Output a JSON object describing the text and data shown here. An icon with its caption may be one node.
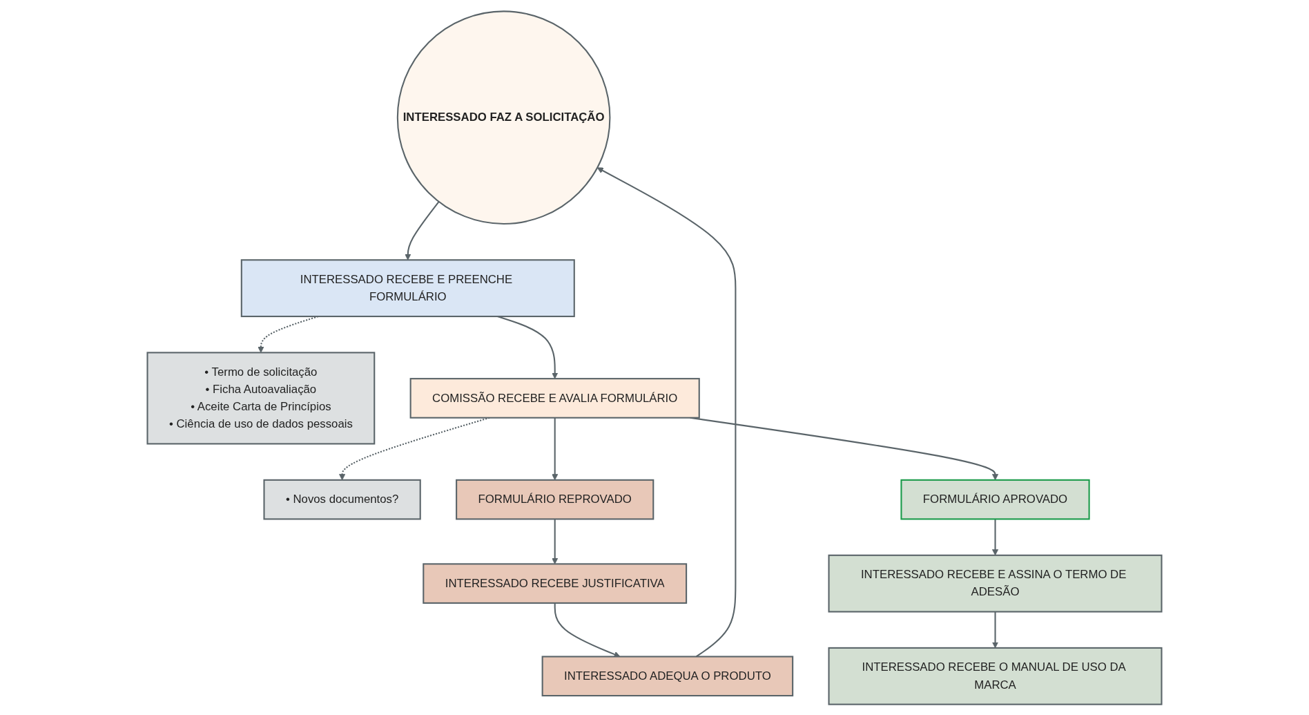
{
  "diagram": {
    "nodes": [
      {
        "text": [
          "INTERESSADO FAZ A SOLICITAÇÃO"
        ]
      },
      {
        "text": [
          "INTERESSADO RECEBE E PREENCHE FORMULÁRIO"
        ]
      },
      {
        "text": [
          "• Termo de solicitação",
          "• Ficha Autoavaliação",
          "• Aceite Carta de Princípios",
          "• Ciência de uso de dados pessoais"
        ]
      },
      {
        "text": [
          "COMISSÃO RECEBE E AVALIA FORMULÁRIO"
        ]
      },
      {
        "text": [
          "• Novos documentos?"
        ]
      },
      {
        "text": [
          "FORMULÁRIO REPROVADO"
        ]
      },
      {
        "text": [
          "FORMULÁRIO APROVADO"
        ]
      },
      {
        "text": [
          "INTERESSADO RECEBE JUSTIFICATIVA"
        ]
      },
      {
        "text": [
          "INTERESSADO RECEBE E ASSINA O TERMO DE ADESÃO"
        ]
      },
      {
        "text": [
          "INTERESSADO ADEQUA O PRODUTO"
        ]
      },
      {
        "text": [
          "INTERESSADO RECEBE O MANUAL DE USO DA MARCA"
        ]
      }
    ],
    "edges": [
      {
        "from": 0,
        "to": 1,
        "arrow": "to"
      },
      {
        "from": 1,
        "to": 2,
        "arrow": "to",
        "style": "dashed"
      },
      {
        "from": 1,
        "to": 3,
        "arrow": "to"
      },
      {
        "from": 3,
        "to": 4,
        "arrow": "to",
        "style": "dashed"
      },
      {
        "from": 3,
        "to": 5,
        "arrow": "to"
      },
      {
        "from": 3,
        "to": 6,
        "arrow": "to"
      },
      {
        "from": 5,
        "to": 7,
        "arrow": "to"
      },
      {
        "from": 7,
        "to": 9,
        "arrow": "to"
      },
      {
        "from": 9,
        "to": 0,
        "arrow": "to"
      },
      {
        "from": 6,
        "to": 8,
        "arrow": "to"
      },
      {
        "from": 8,
        "to": 10,
        "arrow": "to"
      }
    ]
  }
}
